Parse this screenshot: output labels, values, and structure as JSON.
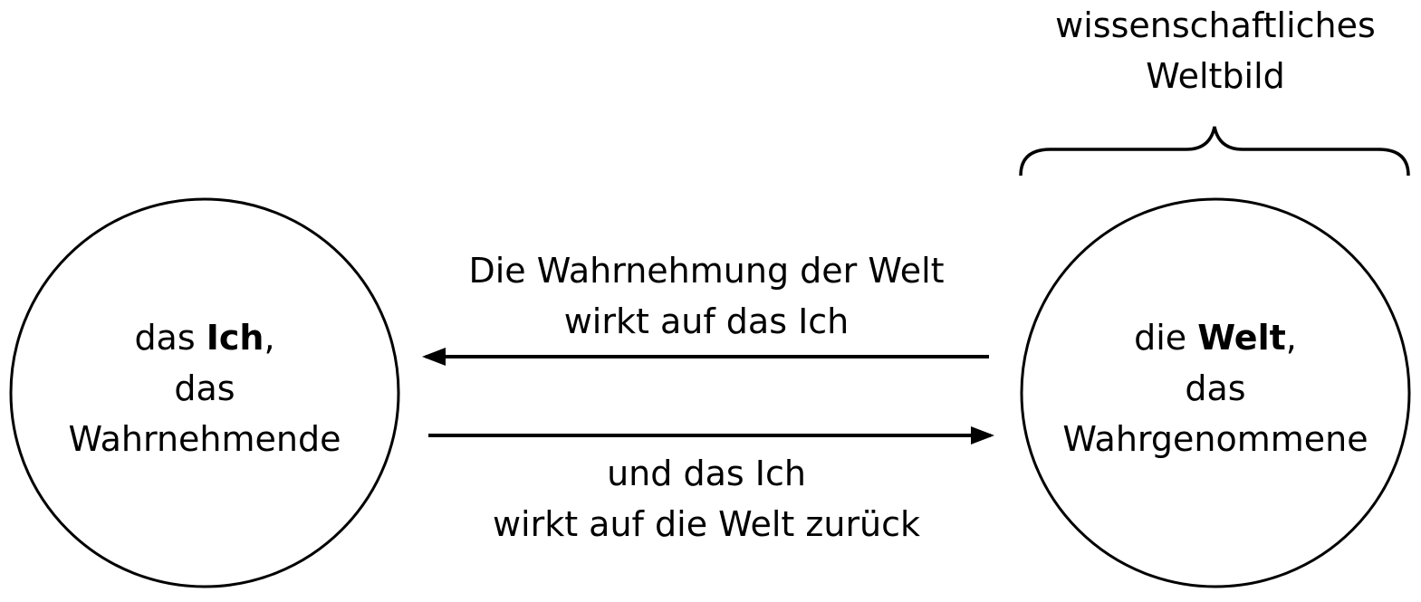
{
  "science": {
    "line1": "wissenschaftliches",
    "line2": "Weltbild"
  },
  "ich": {
    "prefix": "das ",
    "bold": "Ich",
    "suffix": ",",
    "line2": "das",
    "line3": "Wahrnehmende"
  },
  "welt": {
    "prefix": "die ",
    "bold": "Welt",
    "suffix": ",",
    "line2": "das",
    "line3": "Wahrgenommene"
  },
  "arrow_to_ich": {
    "line1": "Die Wahrnehmung der Welt",
    "line2": "wirkt auf das Ich"
  },
  "arrow_to_welt": {
    "line1": "und das Ich",
    "line2": "wirkt auf die Welt zurück"
  }
}
